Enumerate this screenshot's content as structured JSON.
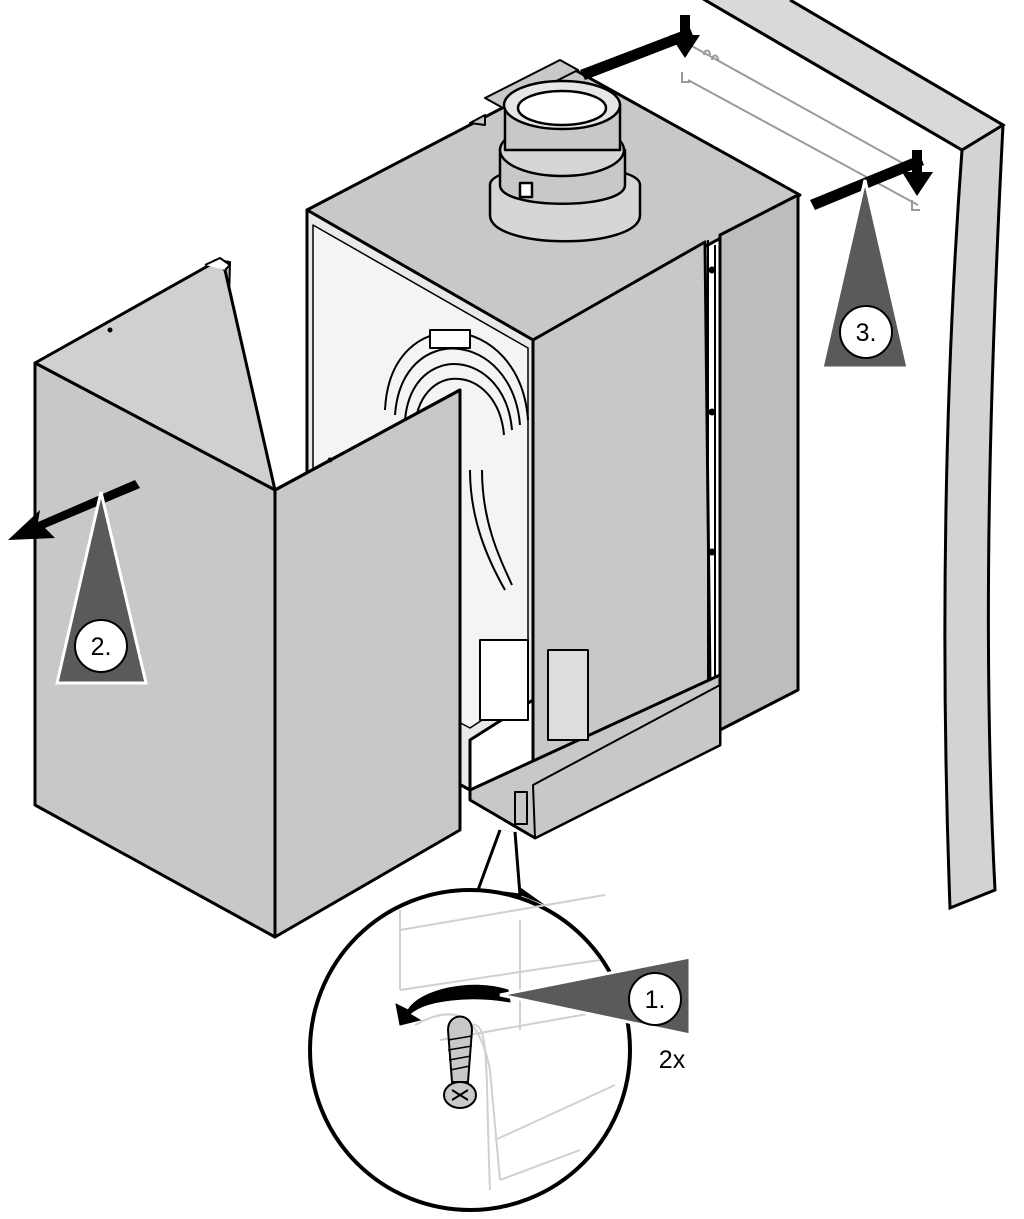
{
  "steps": [
    {
      "id": "step-1",
      "label": "1."
    },
    {
      "id": "step-2",
      "label": "2."
    },
    {
      "id": "step-3",
      "label": "3."
    }
  ],
  "quantity_label": "2x",
  "colors": {
    "panel_gray": "#c8c8c8",
    "panel_dark": "#bdbdbd",
    "pointer_gray": "#5a5a5a",
    "outline": "#000000",
    "wall": "#d3d3d3"
  }
}
